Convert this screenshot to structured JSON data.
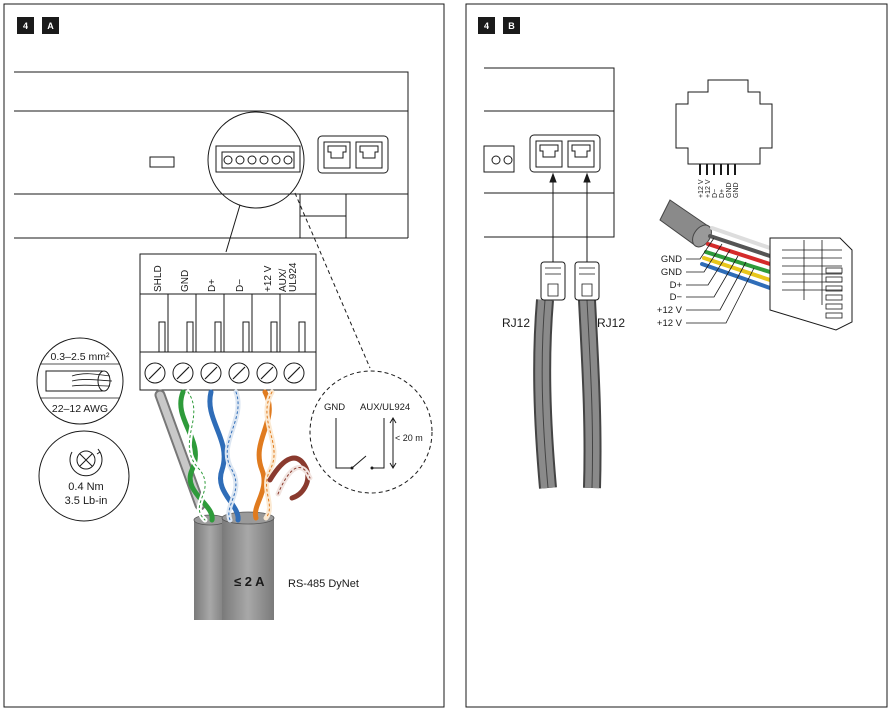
{
  "panel_a": {
    "step_badge": "4",
    "panel_badge": "A",
    "terminals": [
      "SHLD",
      "GND",
      "D+",
      "D−",
      "+12 V",
      "AUX/\nUL924"
    ],
    "wire_gauge_top": "0.3–2.5 mm²",
    "wire_gauge_bottom": "22–12 AWG",
    "torque_nm": "0.4 Nm",
    "torque_lbin": "3.5 Lb-in",
    "aux_gnd_label": "GND",
    "aux_label": "AUX/UL924",
    "aux_distance": "< 20 m",
    "current_limit": "≤ 2 A",
    "cable_label": "RS-485 DyNet"
  },
  "panel_b": {
    "step_badge": "4",
    "panel_badge": "B",
    "rj_left": "RJ12",
    "rj_right": "RJ12",
    "socket_pins": [
      "+12 V",
      "+12 V",
      "D−",
      "D+",
      "GND",
      "GND"
    ],
    "wire_labels": [
      "GND",
      "GND",
      "D+",
      "D−",
      "+12 V",
      "+12 V"
    ]
  },
  "colors": {
    "line": "#1a1a1a",
    "badge": "#1a1a1a",
    "cable_gray": "#8a8a8a",
    "cable_gray_light": "#b0b0b0",
    "wire_green": "#2e9b3a",
    "wire_blue": "#2f6db8",
    "wire_orange": "#e07b1f",
    "wire_brown": "#8a3a2e",
    "wire_red": "#d42a2a",
    "wire_yellow": "#e8c61a"
  }
}
